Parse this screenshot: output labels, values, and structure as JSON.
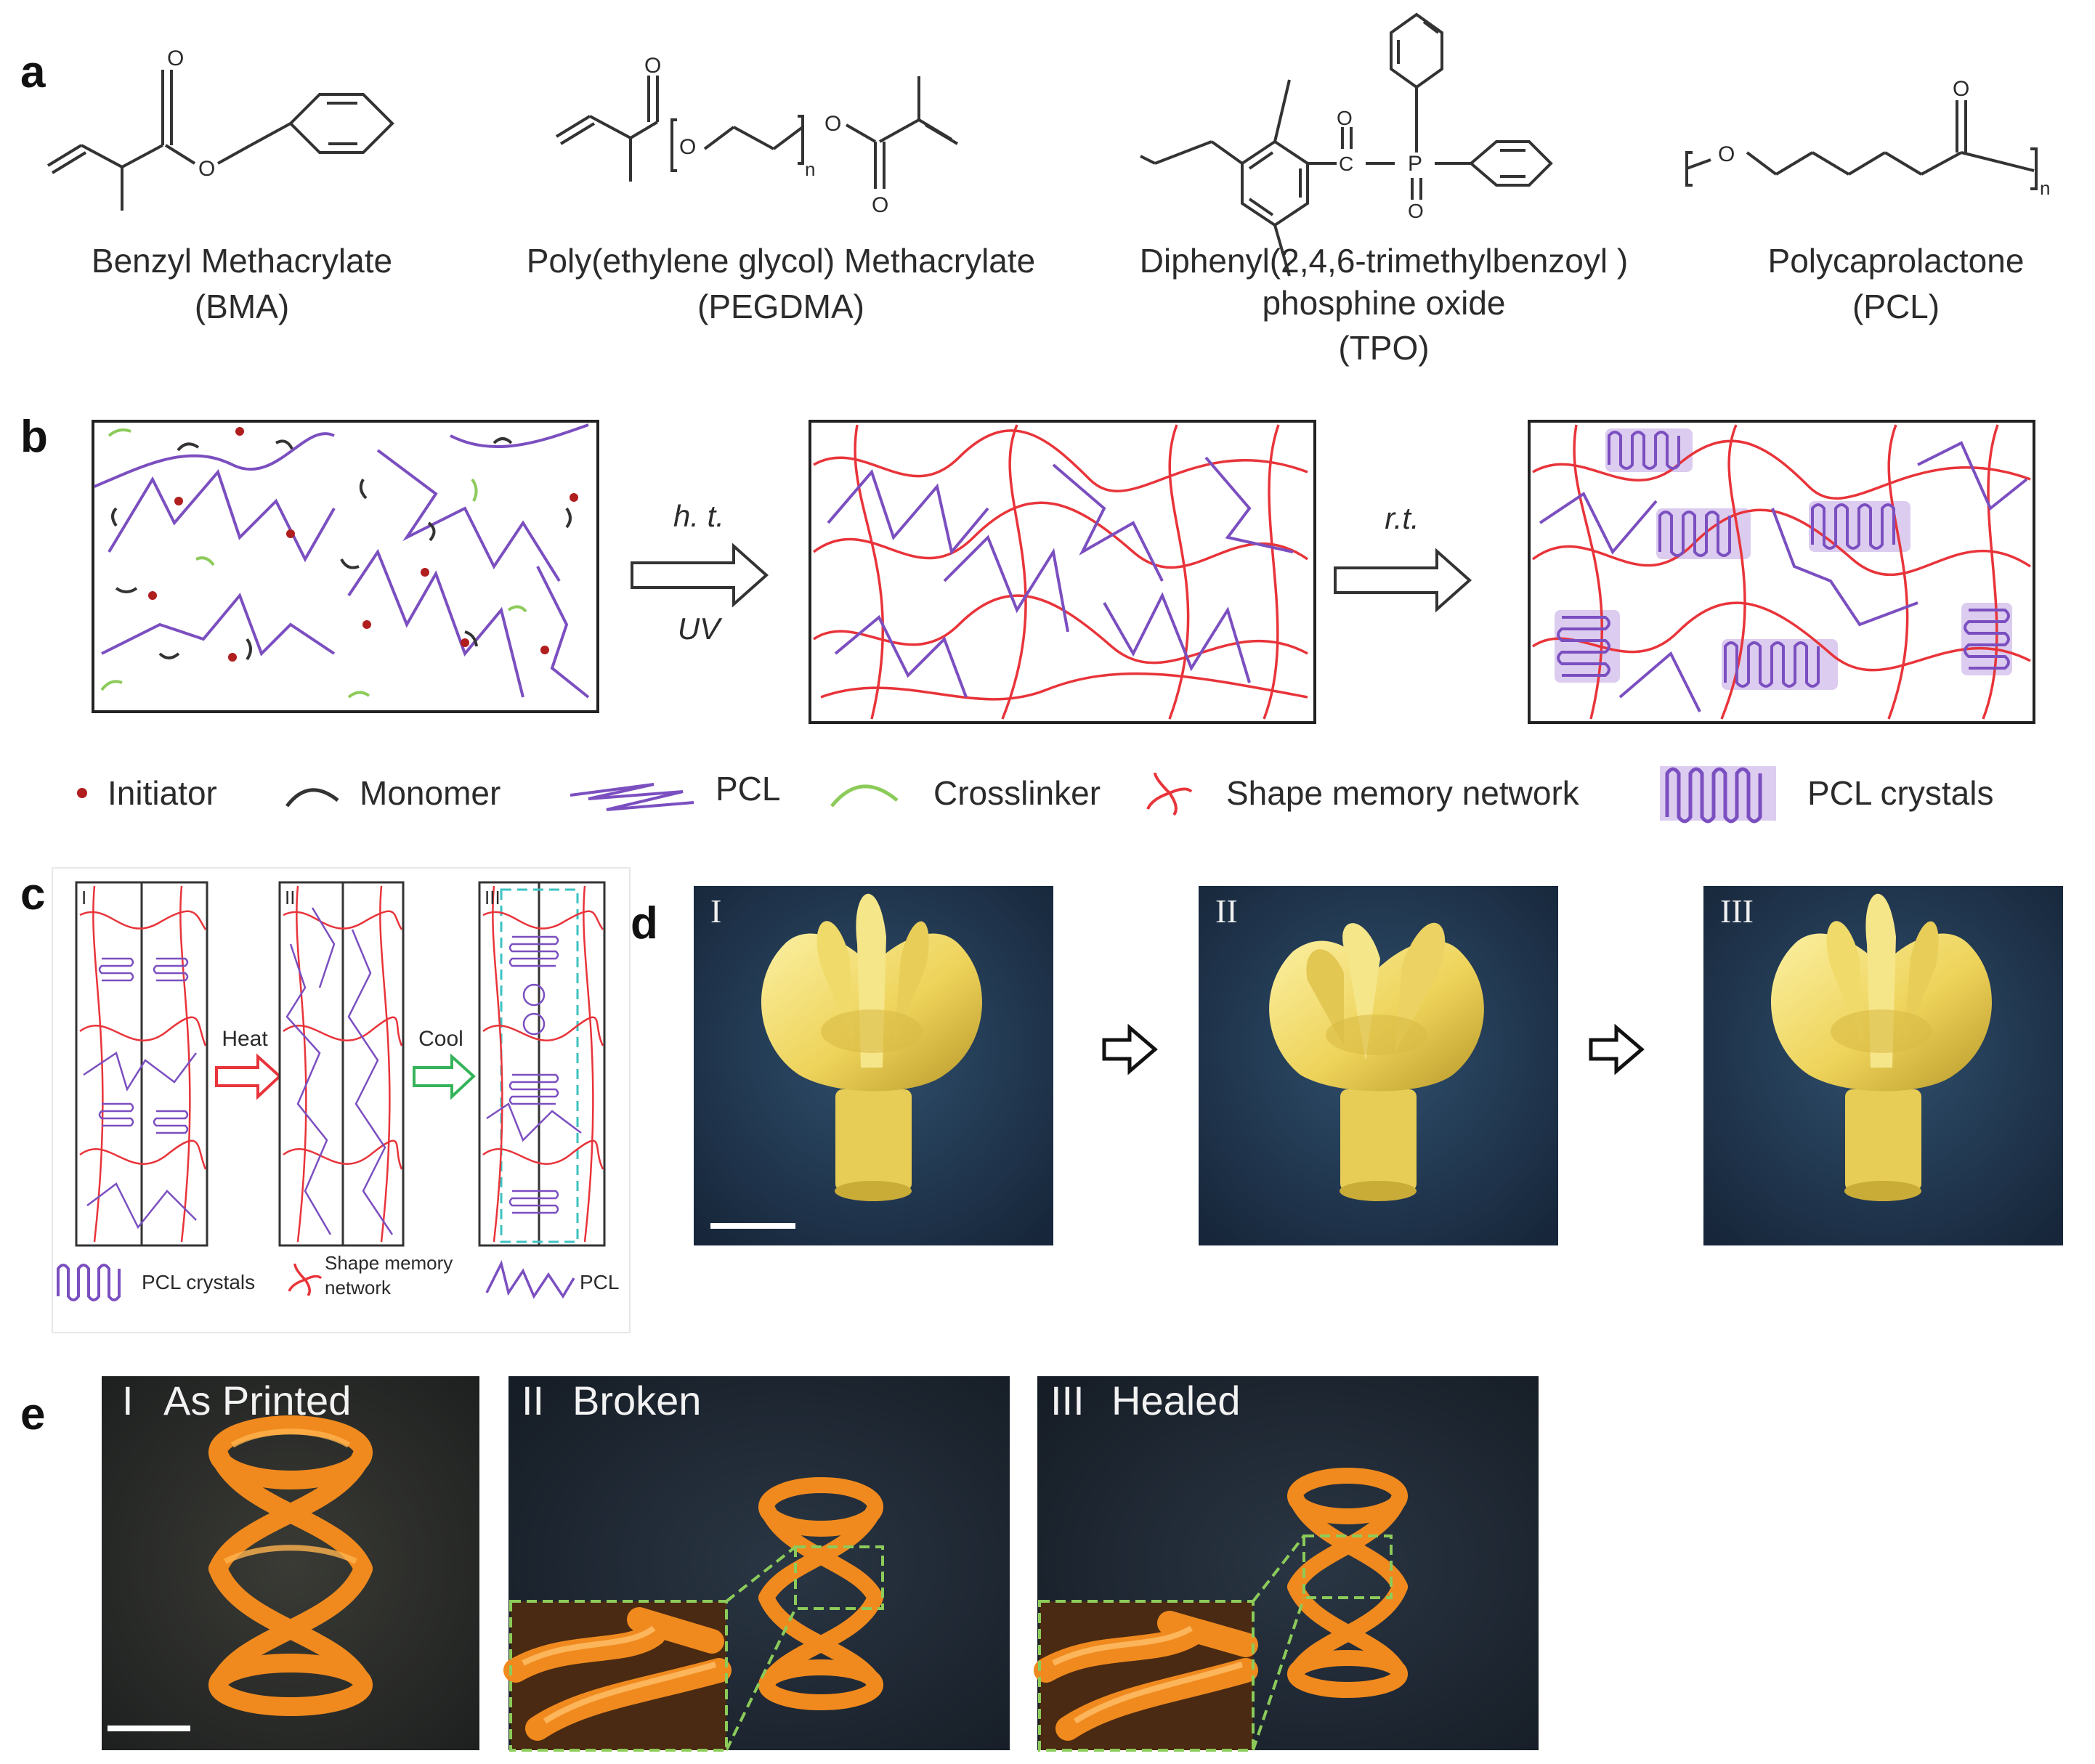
{
  "panels": {
    "a": "a",
    "b": "b",
    "c": "c",
    "d": "d",
    "e": "e"
  },
  "a": {
    "bma": {
      "name": "Benzyl Methacrylate",
      "abbr": "(BMA)"
    },
    "pegdma": {
      "name": "Poly(ethylene glycol) Methacrylate",
      "abbr": "(PEGDMA)"
    },
    "tpo": {
      "name": "Diphenyl(2,4,6-trimethylbenzoyl )",
      "name2": "phosphine oxide",
      "abbr": "(TPO)"
    },
    "pcl": {
      "name": "Polycaprolactone",
      "abbr": "(PCL)"
    },
    "atoms": {
      "o": "O",
      "n": "n",
      "c": "C",
      "p": "P"
    }
  },
  "b": {
    "arrow1_top": "h. t.",
    "arrow1_bottom": "UV",
    "arrow2_top": "r.t.",
    "legend": {
      "initiator": "Initiator",
      "monomer": "Monomer",
      "pcl": "PCL",
      "crosslinker": "Crosslinker",
      "network": "Shape memory network",
      "crystals": "PCL crystals"
    }
  },
  "c": {
    "stages": [
      "I",
      "II",
      "III"
    ],
    "heat": "Heat",
    "cool": "Cool",
    "legend": {
      "crystals": "PCL crystals",
      "network_line1": "Shape memory",
      "network_line2": "network",
      "pcl": "PCL"
    }
  },
  "d": {
    "labels": [
      "I",
      "II",
      "III"
    ]
  },
  "e": {
    "labels": [
      "I",
      "II",
      "III"
    ],
    "titles": [
      "As Printed",
      "Broken",
      "Healed"
    ]
  },
  "colors": {
    "network": "#e8343a",
    "pcl": "#7b4fc0",
    "crosslinker": "#8ccb5a",
    "initiator": "#b01e1e",
    "monomer": "#333333",
    "yellow_part": "#f1dc6a",
    "orange_part": "#f08a1e",
    "photo_bg_d": "#22354a",
    "photo_bg_e": "#2a2c2c"
  }
}
